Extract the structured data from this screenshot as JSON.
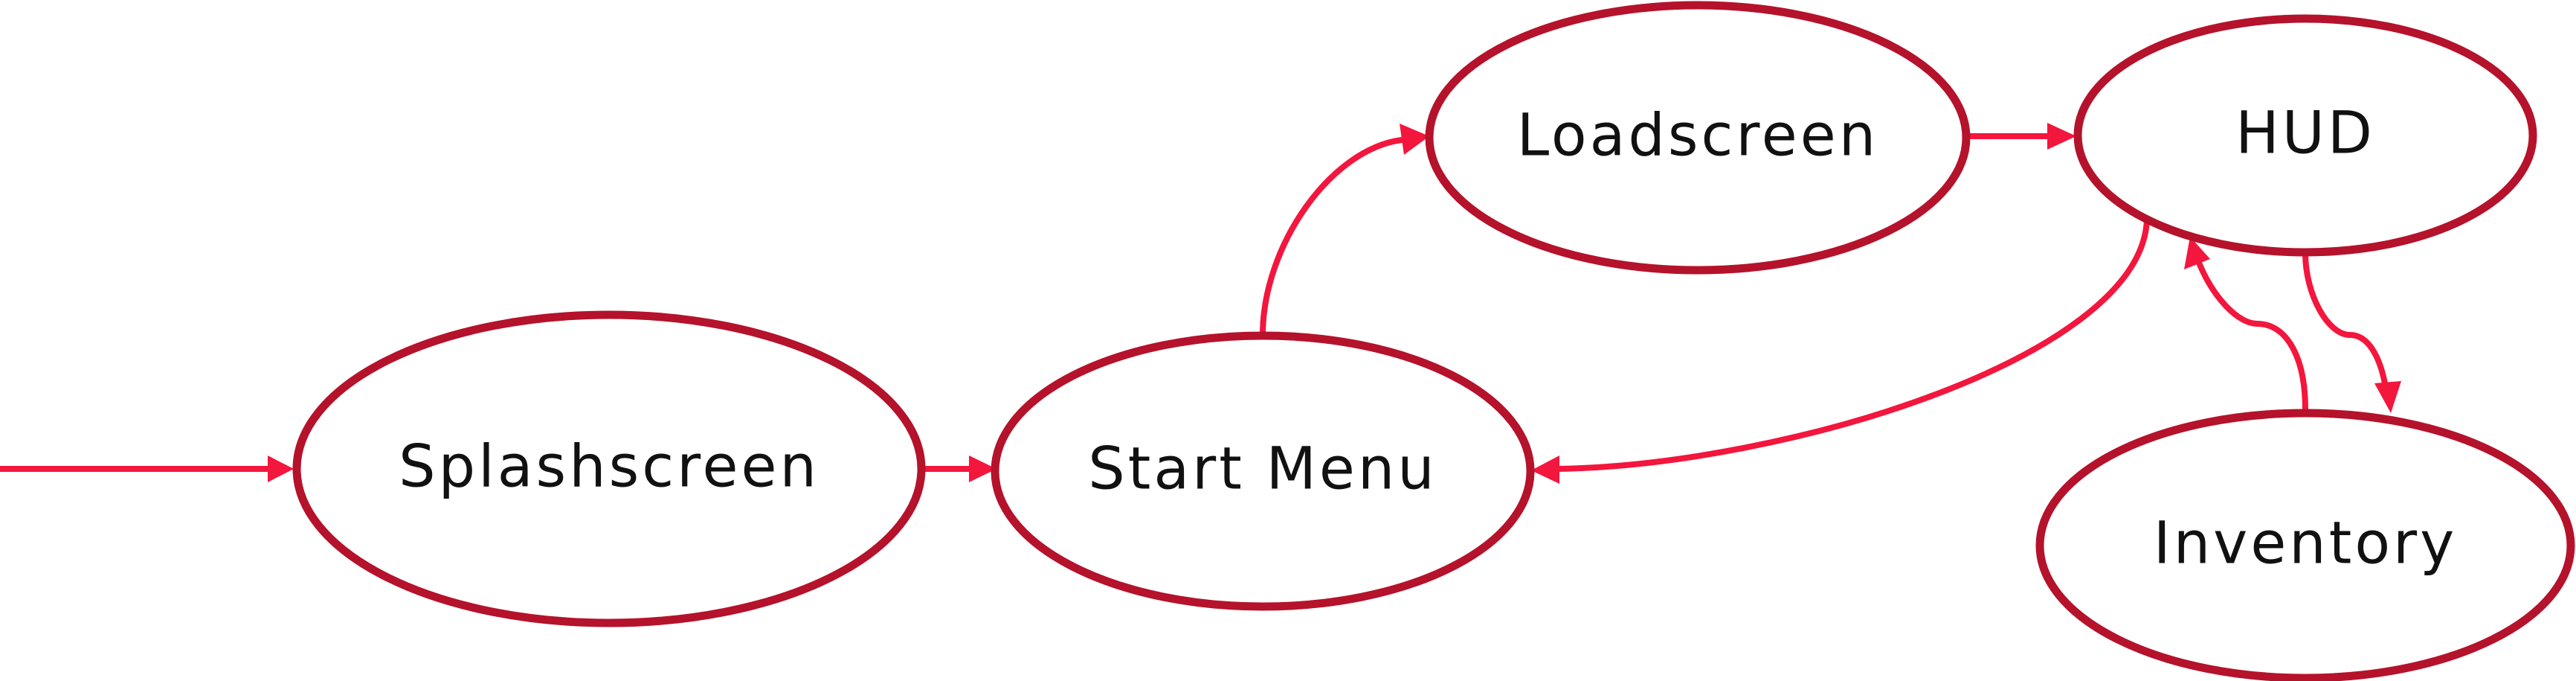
{
  "colors": {
    "node_stroke": "#b5122b",
    "edge_stroke": "#f3163d",
    "label_text": "#111111"
  },
  "nodes": {
    "splashscreen": {
      "label": "Splashscreen"
    },
    "start_menu": {
      "label": "Start Menu"
    },
    "loadscreen": {
      "label": "Loadscreen"
    },
    "hud": {
      "label": "HUD"
    },
    "inventory": {
      "label": "Inventory"
    }
  },
  "edges": [
    {
      "from": "entry",
      "to": "splashscreen"
    },
    {
      "from": "splashscreen",
      "to": "start_menu"
    },
    {
      "from": "start_menu",
      "to": "loadscreen"
    },
    {
      "from": "loadscreen",
      "to": "hud"
    },
    {
      "from": "hud",
      "to": "start_menu"
    },
    {
      "from": "hud",
      "to": "inventory"
    },
    {
      "from": "inventory",
      "to": "hud"
    }
  ]
}
